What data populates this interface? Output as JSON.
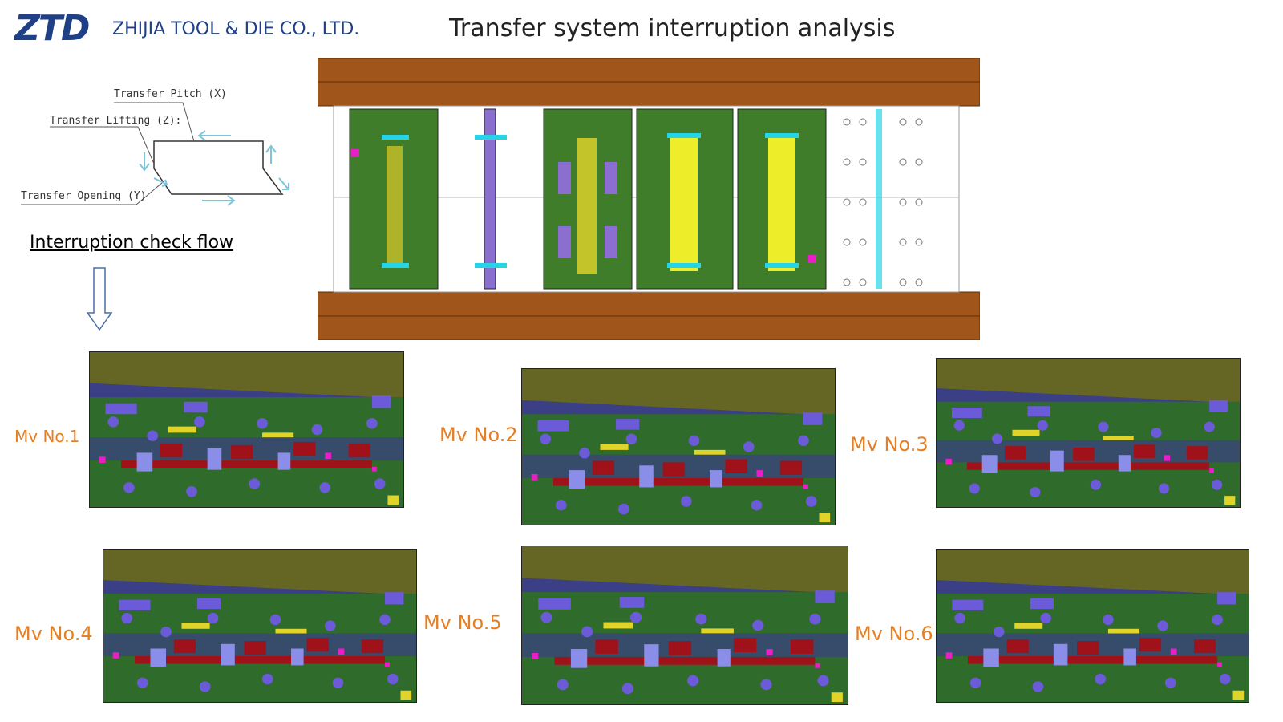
{
  "header": {
    "logo": "ZTD",
    "company": "ZHIJIA TOOL & DIE CO., LTD.",
    "title": "Transfer system interruption analysis"
  },
  "diagram": {
    "pitch_label": "Transfer Pitch (X)",
    "lifting_label": "Transfer Lifting (Z):",
    "opening_label": "Transfer Opening (Y)"
  },
  "flow": {
    "title": "Interruption check flow"
  },
  "movements": [
    {
      "label": "Mv No.1"
    },
    {
      "label": "Mv No.2"
    },
    {
      "label": "Mv No.3"
    },
    {
      "label": "Mv No.4"
    },
    {
      "label": "Mv No.5"
    },
    {
      "label": "Mv No.6"
    }
  ],
  "colors": {
    "brand": "#1f3f86",
    "accent": "#e67e22",
    "plate": "#a0561a",
    "die_green": "#3f7d2a",
    "scene_bg": "#3b3f86"
  }
}
